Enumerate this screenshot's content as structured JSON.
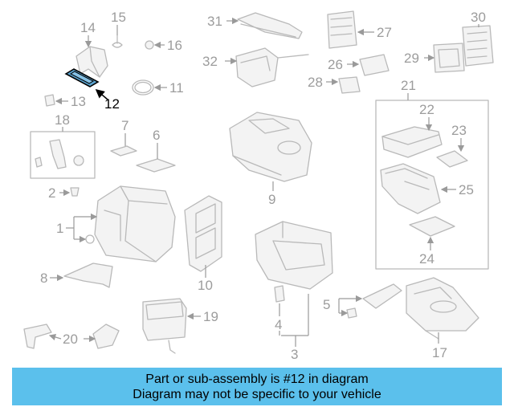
{
  "diagram": {
    "highlight_callout": "12",
    "callouts": {
      "c1": "1",
      "c2": "2",
      "c3": "3",
      "c4": "4",
      "c5": "5",
      "c6": "6",
      "c7": "7",
      "c8": "8",
      "c9": "9",
      "c10": "10",
      "c11": "11",
      "c12": "12",
      "c13": "13",
      "c14": "14",
      "c15": "15",
      "c16": "16",
      "c17": "17",
      "c18": "18",
      "c19": "19",
      "c20": "20",
      "c21": "21",
      "c22": "22",
      "c23": "23",
      "c24": "24",
      "c25": "25",
      "c26": "26",
      "c27": "27",
      "c28": "28",
      "c29": "29",
      "c30": "30",
      "c31": "31",
      "c32": "32"
    },
    "colors": {
      "highlight_fill": "#5aa3cf",
      "line_gray": "#b9b9b9",
      "banner_bg": "#5bc0ec"
    }
  },
  "banner": {
    "line1": "Part or sub-assembly is #12 in diagram",
    "line2": "Diagram may not be specific to your vehicle"
  }
}
